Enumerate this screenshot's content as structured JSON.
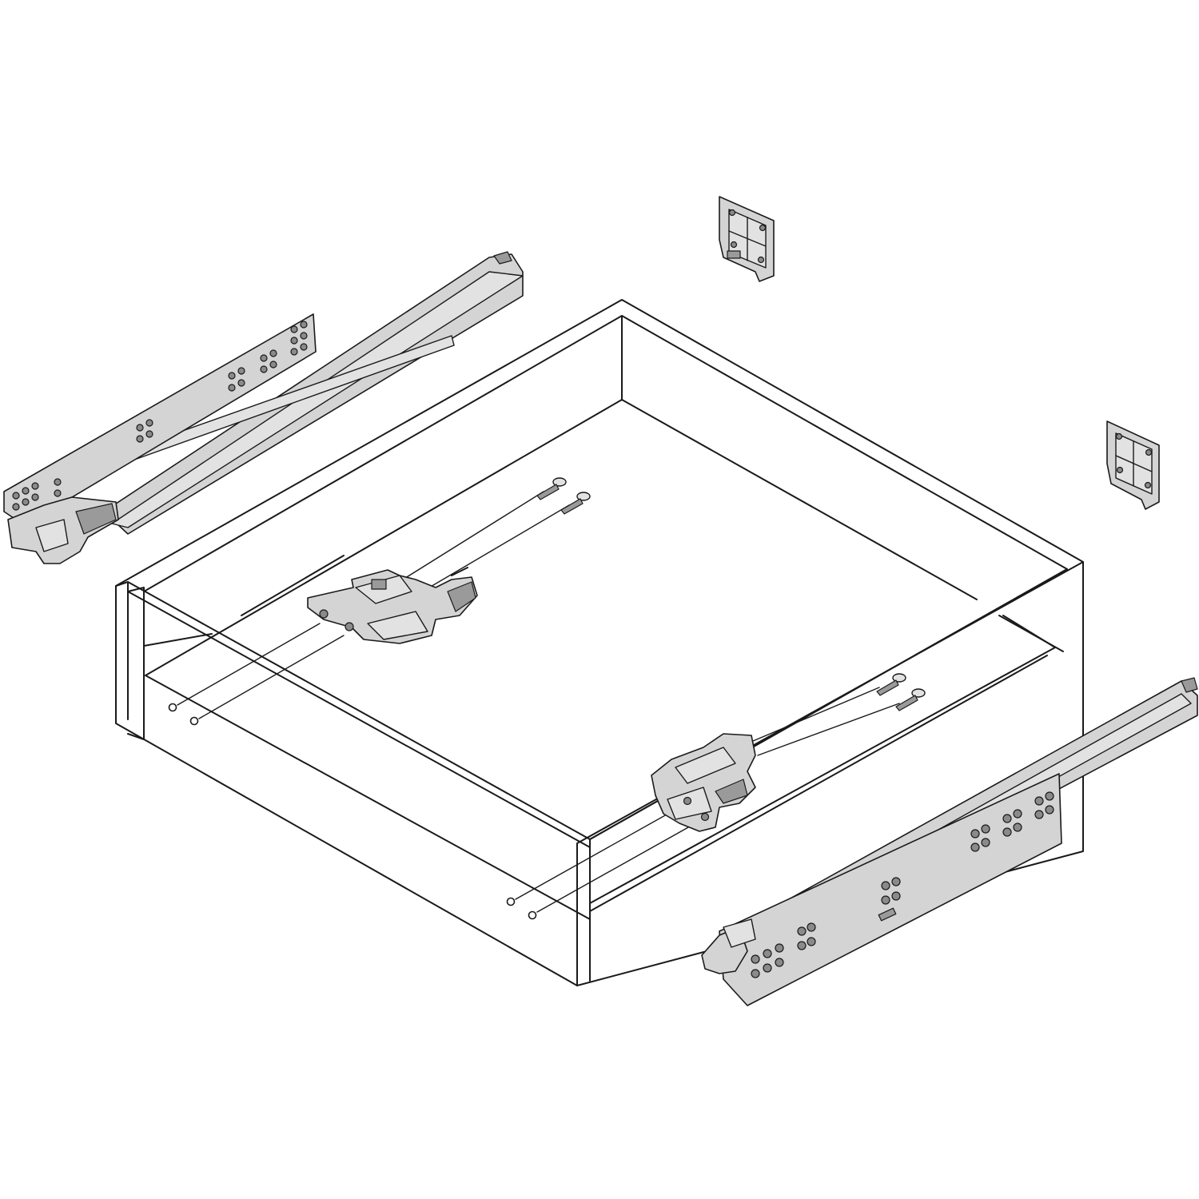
{
  "figure": {
    "background": "#ffffff",
    "line_color": "#1a1a1a",
    "part_fill": "#d4d4d4",
    "components": [
      "drawer-box",
      "runner-left",
      "runner-right",
      "locking-device-left",
      "locking-device-right",
      "rear-bracket-left",
      "rear-bracket-right",
      "screw"
    ]
  }
}
